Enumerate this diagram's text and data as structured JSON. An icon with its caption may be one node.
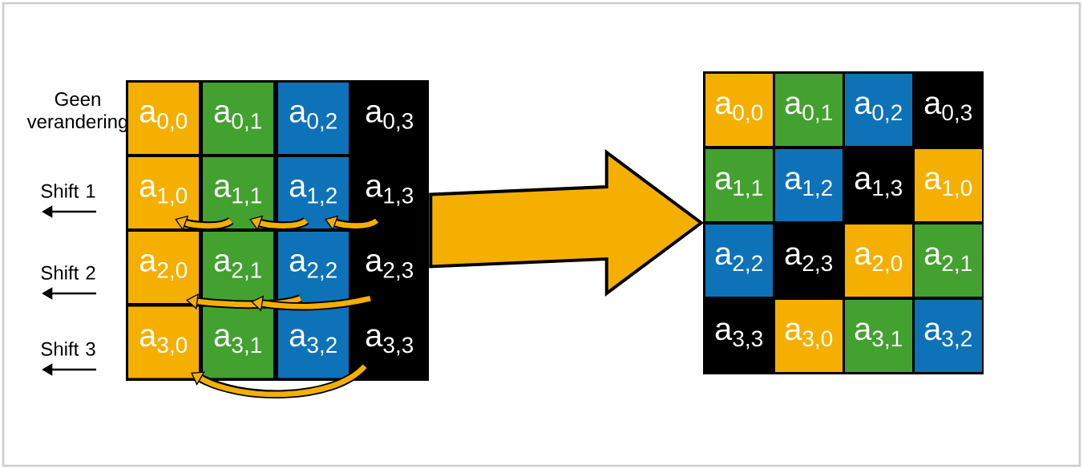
{
  "diagram": {
    "nodes": [
      {
        "text": [],
        "shape": "box"
      },
      {
        "text": [
          "a$_{0,0}$"
        ],
        "in": 0
      },
      {
        "text": [
          "a$_{0,1}$"
        ],
        "in": 0
      },
      {
        "text": [
          "a$_{0,2}$"
        ],
        "in": 0
      },
      {
        "text": [
          "a$_{0,3}$"
        ],
        "in": 0
      },
      {
        "text": [
          "a$_{1,0}$"
        ],
        "in": 0
      },
      {
        "text": [
          "a$_{1,1}$"
        ],
        "in": 0
      },
      {
        "text": [
          "a$_{1,2}$"
        ],
        "in": 0
      },
      {
        "text": [
          "a$_{1,3}$"
        ],
        "in": 0
      },
      {
        "text": [
          "a$_{2,0}$"
        ],
        "in": 0
      },
      {
        "text": [
          "a$_{2,1}$"
        ],
        "in": 0
      },
      {
        "text": [
          "a$_{2,2}$"
        ],
        "in": 0
      },
      {
        "text": [
          "a$_{2,3}$"
        ],
        "in": 0
      },
      {
        "text": [
          "a$_{3,0}$"
        ],
        "in": 0
      },
      {
        "text": [
          "a$_{3,1}$"
        ],
        "in": 0
      },
      {
        "text": [
          "a$_{3,2}$"
        ],
        "in": 0
      },
      {
        "text": [
          "a$_{3,3}$"
        ],
        "in": 0
      },
      {
        "text": [],
        "shape": "box"
      },
      {
        "text": [
          "a$_{0,0}$"
        ],
        "in": 17
      },
      {
        "text": [
          "a$_{0,1}$"
        ],
        "in": 17
      },
      {
        "text": [
          "a$_{0,2}$"
        ],
        "in": 17
      },
      {
        "text": [
          "a$_{0,3}$"
        ],
        "in": 17
      },
      {
        "text": [
          "a$_{1,1}$"
        ],
        "in": 17
      },
      {
        "text": [
          "a$_{1,2}$"
        ],
        "in": 17
      },
      {
        "text": [
          "a$_{1,3}$"
        ],
        "in": 17
      },
      {
        "text": [
          "a$_{1,0}$"
        ],
        "in": 17
      },
      {
        "text": [
          "a$_{2,2}$"
        ],
        "in": 17
      },
      {
        "text": [
          "a$_{2,3}$"
        ],
        "in": 17
      },
      {
        "text": [
          "a$_{2,0}$"
        ],
        "in": 17
      },
      {
        "text": [
          "a$_{2,1}$"
        ],
        "in": 17
      },
      {
        "text": [
          "a$_{3,3}$"
        ],
        "in": 17
      },
      {
        "text": [
          "a$_{3,0}$"
        ],
        "in": 17
      },
      {
        "text": [
          "a$_{3,1}$"
        ],
        "in": 17
      },
      {
        "text": [
          "a$_{3,2}$"
        ],
        "in": 17
      }
    ],
    "edges": [
      {
        "from": 6,
        "to": 5,
        "arrow": "to"
      },
      {
        "from": 7,
        "to": 6,
        "arrow": "to"
      },
      {
        "from": 8,
        "to": 7,
        "arrow": "to"
      },
      {
        "from": 11,
        "to": 9,
        "arrow": "to"
      },
      {
        "from": 12,
        "to": 10,
        "arrow": "to"
      },
      {
        "from": 16,
        "to": 13,
        "arrow": "to"
      },
      {
        "from": 0,
        "to": 17,
        "arrow": "to",
        "style": "thick"
      }
    ],
    "labels": [
      "Geen verandering",
      "Shift 1",
      "Shift 2",
      "Shift 3"
    ]
  }
}
